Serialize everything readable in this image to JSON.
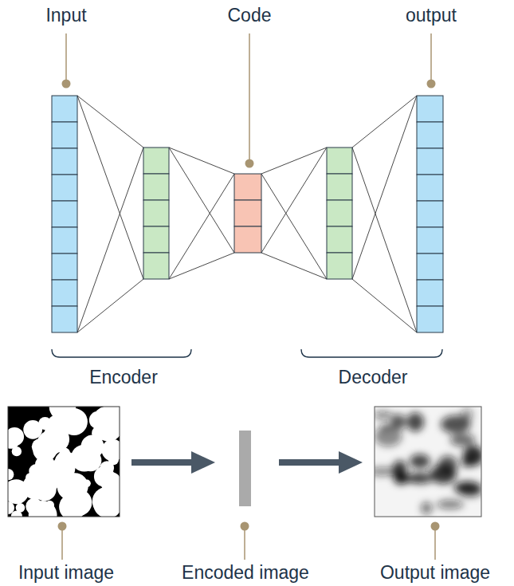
{
  "diagram": {
    "labels": [
      "Input",
      "Code",
      "output",
      "Encoder",
      "Decoder",
      "Input image",
      "Encoded image",
      "Output image"
    ]
  }
}
